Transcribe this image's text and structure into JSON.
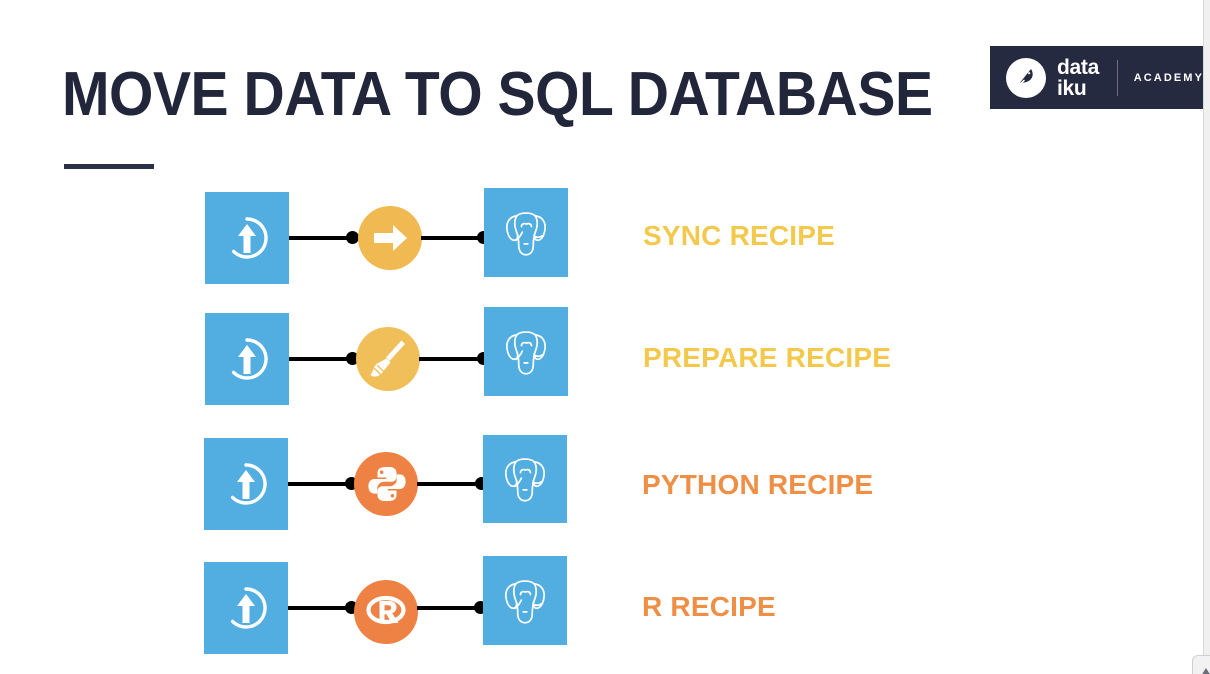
{
  "slide": {
    "title": "MOVE DATA TO SQL DATABASE",
    "background": "#ffffff",
    "title_color": "#22263a",
    "rule_color": "#2b3048"
  },
  "logo": {
    "brand_line_1": "data",
    "brand_line_2": "iku",
    "sub_brand": "ACADEMY",
    "box_color": "#262a40",
    "mark_icon": "dataiku-bird-icon"
  },
  "flows": [
    {
      "label": "SYNC RECIPE",
      "label_color": "#f2c94c",
      "source_icon": "upload-arrow-icon",
      "source_color": "#52aee0",
      "recipe_icon": "sync-arrow-icon",
      "recipe_color": "#f0b952",
      "dest_icon": "postgresql-elephant-icon",
      "dest_color": "#52aee0"
    },
    {
      "label": "PREPARE RECIPE",
      "label_color": "#f2c94c",
      "source_icon": "upload-arrow-icon",
      "source_color": "#52aee0",
      "recipe_icon": "broom-icon",
      "recipe_color": "#f0bf5a",
      "dest_icon": "postgresql-elephant-icon",
      "dest_color": "#52aee0"
    },
    {
      "label": "PYTHON RECIPE",
      "label_color": "#ef8f46",
      "source_icon": "upload-arrow-icon",
      "source_color": "#52aee0",
      "recipe_icon": "python-logo-icon",
      "recipe_color": "#ee8244",
      "dest_icon": "postgresql-elephant-icon",
      "dest_color": "#52aee0"
    },
    {
      "label": "R RECIPE",
      "label_color": "#ef8f46",
      "source_icon": "upload-arrow-icon",
      "source_color": "#52aee0",
      "recipe_icon": "r-logo-icon",
      "recipe_color": "#ee8244",
      "dest_icon": "postgresql-elephant-icon",
      "dest_color": "#52aee0"
    }
  ],
  "overlay": {
    "thumb_icon": "cursor-arrow-icon"
  }
}
